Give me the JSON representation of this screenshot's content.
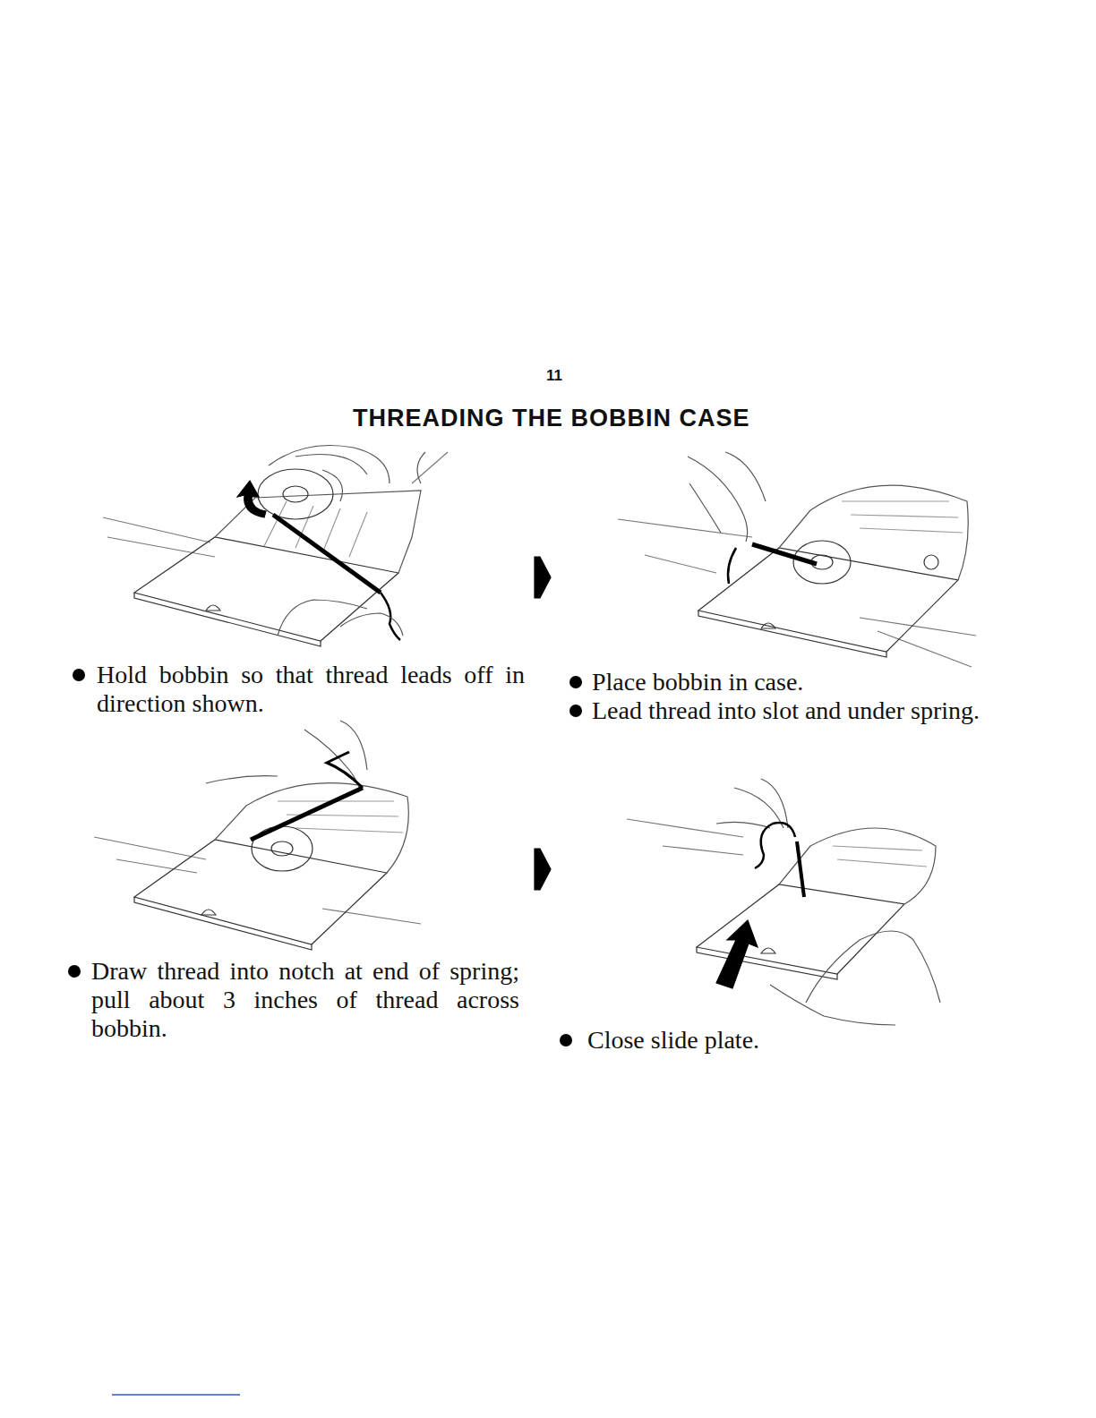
{
  "diagram": {
    "title": "THREADING THE BOBBIN CASE",
    "labels": [
      "11",
      "Hold bobbin so that thread leads off in direction shown.",
      "Place bobbin in case.",
      "Lead thread into slot and under spring.",
      "Draw thread into notch at end of spring; pull about 3 inches of thread across bobbin.",
      "Close slide plate."
    ]
  }
}
